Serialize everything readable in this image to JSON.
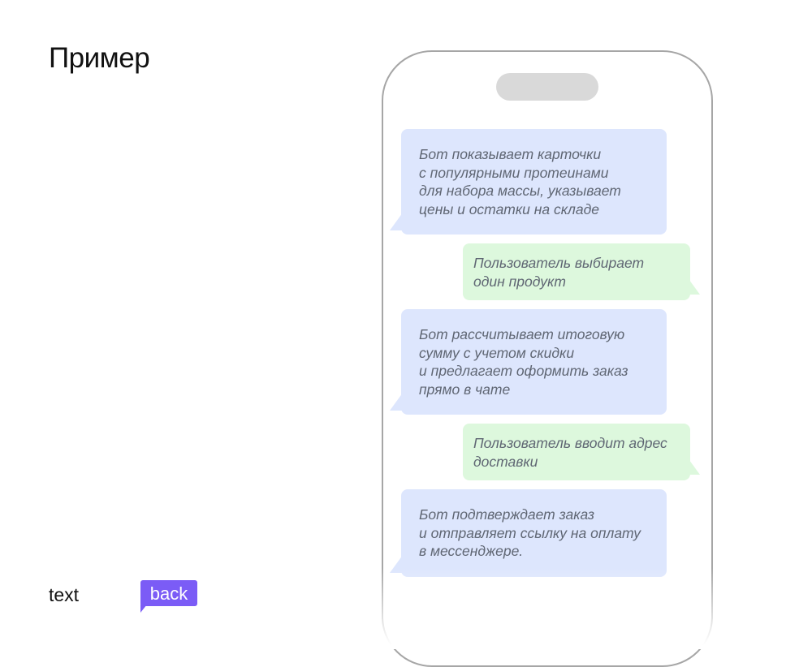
{
  "title": "Пример",
  "logo": {
    "text": "text",
    "box": "back",
    "brand_color": "#7b5cf6"
  },
  "colors": {
    "bot_bubble": "#dde6fd",
    "user_bubble": "#ddf8dd",
    "bubble_text": "#5f6673"
  },
  "messages": [
    {
      "sender": "bot",
      "text": "Бот показывает карточки\nс популярными протеинами\nдля набора массы, указывает\nцены и остатки на складе"
    },
    {
      "sender": "user",
      "text": "Пользователь выбирает\nодин продукт"
    },
    {
      "sender": "bot",
      "text": "Бот рассчитывает итоговую\nсумму с учетом скидки\nи предлагает оформить заказ\nпрямо в чате"
    },
    {
      "sender": "user",
      "text": "Пользователь вводит адрес\nдоставки"
    },
    {
      "sender": "bot",
      "text": "Бот подтверждает заказ\nи отправляет ссылку на оплату\nв мессенджере."
    }
  ]
}
